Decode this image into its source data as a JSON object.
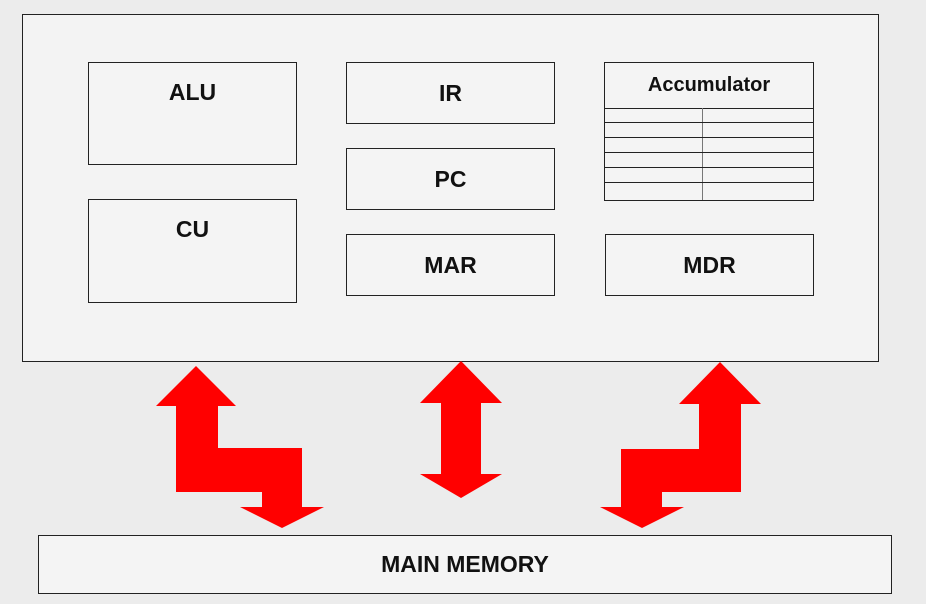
{
  "cpu": {
    "alu_label": "ALU",
    "cu_label": "CU",
    "ir_label": "IR",
    "pc_label": "PC",
    "mar_label": "MAR",
    "mdr_label": "MDR",
    "accumulator_label": "Accumulator"
  },
  "memory": {
    "label": "MAIN MEMORY"
  },
  "colors": {
    "arrow": "#ff0000",
    "border": "#222222",
    "background": "#ececec"
  }
}
